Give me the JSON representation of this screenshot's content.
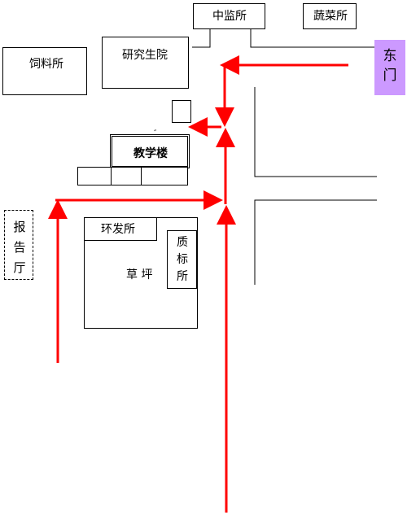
{
  "buildings": {
    "zhongjiansuo": "中监所",
    "shucaisuo": "蔬菜所",
    "dongmen": "东门",
    "siliaosuo": "饲料所",
    "yanjiushengyuan": "研究生院",
    "jiaoxuelou": "教学楼",
    "baogaoting": "报告厅",
    "huanfasuo": "环发所",
    "caoping": "草  坪",
    "zhibiaosuo": "质标所"
  },
  "colors": {
    "route": "#ff0000",
    "east_gate_fill": "#cc99ff",
    "outline": "#000000"
  },
  "icons": {
    "route_arrow": "route-arrow-icon"
  }
}
